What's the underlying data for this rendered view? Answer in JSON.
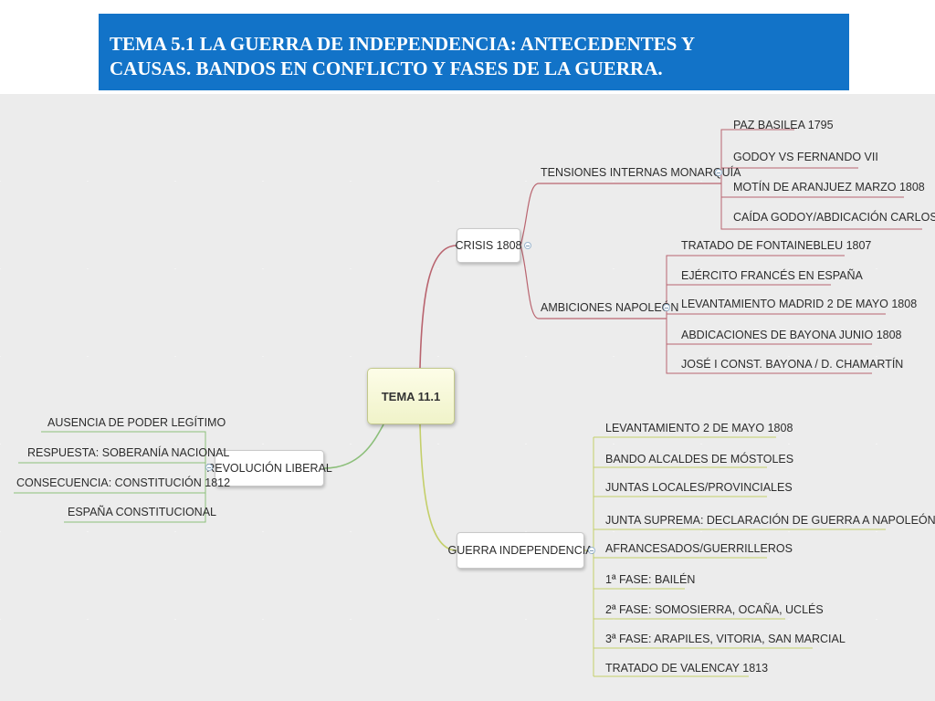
{
  "header": {
    "line1": "TEMA 5.1 LA GUERRA DE INDEPENDENCIA: ANTECEDENTES Y",
    "line2": "CAUSAS. BANDOS EN  CONFLICTO Y FASES  DE LA GUERRA."
  },
  "mindmap": {
    "central": "TEMA 11.1",
    "crisis": {
      "label": "CRISIS 1808",
      "tensiones": {
        "label": "TENSIONES INTERNAS MONARQUÍA",
        "items": [
          "PAZ BASILEA 1795",
          "GODOY VS FERNANDO VII",
          "MOTÍN DE ARANJUEZ MARZO 1808",
          "CAÍDA GODOY/ABDICACIÓN CARLOS IV"
        ]
      },
      "ambiciones": {
        "label": "AMBICIONES NAPOLEÓN",
        "items": [
          "TRATADO DE FONTAINEBLEU 1807",
          "EJÉRCITO FRANCÉS EN ESPAÑA",
          "LEVANTAMIENTO MADRID 2 DE MAYO 1808",
          "ABDICACIONES DE BAYONA JUNIO 1808",
          "JOSÉ I CONST. BAYONA / D. CHAMARTÍN"
        ]
      }
    },
    "revolucion": {
      "label": "REVOLUCIÓN LIBERAL",
      "items": [
        "AUSENCIA DE PODER LEGÍTIMO",
        "RESPUESTA: SOBERANÍA NACIONAL",
        "CONSECUENCIA: CONSTITUCIÓN 1812",
        "ESPAÑA CONSTITUCIONAL"
      ]
    },
    "guerra": {
      "label": "GUERRA INDEPENDENCIA",
      "items": [
        "LEVANTAMIENTO 2 DE MAYO 1808",
        "BANDO ALCALDES DE MÓSTOLES",
        "JUNTAS LOCALES/PROVINCIALES",
        "JUNTA SUPREMA: DECLARACIÓN DE GUERRA A NAPOLEÓN",
        "AFRANCESADOS/GUERRILLEROS",
        "1ª FASE: BAILÉN",
        "2ª FASE: SOMOSIERRA, OCAÑA, UCLÉS",
        "3ª FASE: ARAPILES, VITORIA, SAN MARCIAL",
        "TRATADO DE VALENCAY 1813"
      ]
    }
  },
  "colors": {
    "header_bg": "#1273c8",
    "crisis_line": "#b9646f",
    "revolucion_line": "#8cbf7a",
    "guerra_line": "#c4cf6a",
    "leaf_underline": "#9aa3ad"
  }
}
